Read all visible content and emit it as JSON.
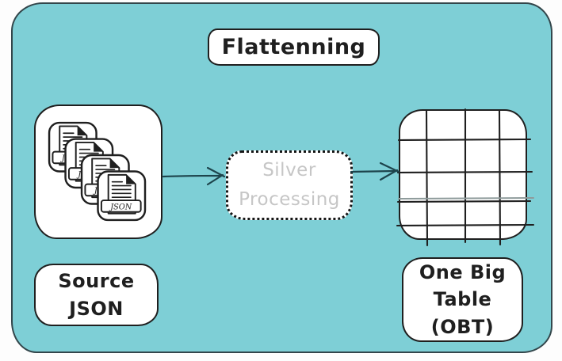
{
  "diagram_title": "Flattenning",
  "nodes": {
    "source_files": {
      "description": "stack of four JSON document icons",
      "badge": "JSON"
    },
    "source_label": {
      "line1": "Source",
      "line2": "JSON"
    },
    "processing": {
      "line1": "Silver",
      "line2": "Processing"
    },
    "output_label": {
      "line1": "One Big",
      "line2": "Table",
      "line3": "(OBT)"
    }
  },
  "icons": {
    "json_files_stack": "json-files-stack-icon",
    "table_grid": "table-grid-icon",
    "arrow_left": "arrow-source-to-processing-icon",
    "arrow_right": "arrow-processing-to-table-icon"
  },
  "colors": {
    "board_fill": "#7ECFD6",
    "board_border": "#33464b",
    "stroke": "#1f1f1f",
    "box_fill": "#ffffff",
    "muted_text": "#c6c6c6",
    "grid_shadow": "#8e9b9b",
    "arrow": "#1d444c"
  }
}
